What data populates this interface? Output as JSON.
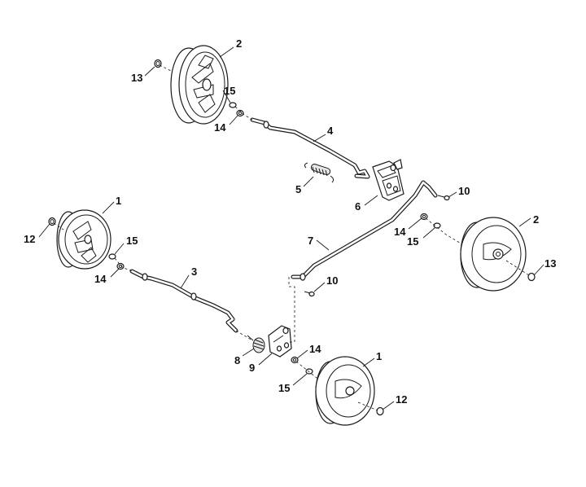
{
  "callouts": {
    "c2_top": "2",
    "c13_top": "13",
    "c15_top": "15",
    "c14_top": "14",
    "c4": "4",
    "c5": "5",
    "c6": "6",
    "c10_right": "10",
    "c1_left": "1",
    "c12_left": "12",
    "c15_left": "15",
    "c14_left": "14",
    "c3": "3",
    "c7": "7",
    "c14_mid": "14",
    "c15_mid": "15",
    "c2_right": "2",
    "c13_right": "13",
    "c10_mid": "10",
    "c8": "8",
    "c9": "9",
    "c14_bottom": "14",
    "c15_bottom": "15",
    "c1_bottom": "1",
    "c12_bottom": "12"
  }
}
